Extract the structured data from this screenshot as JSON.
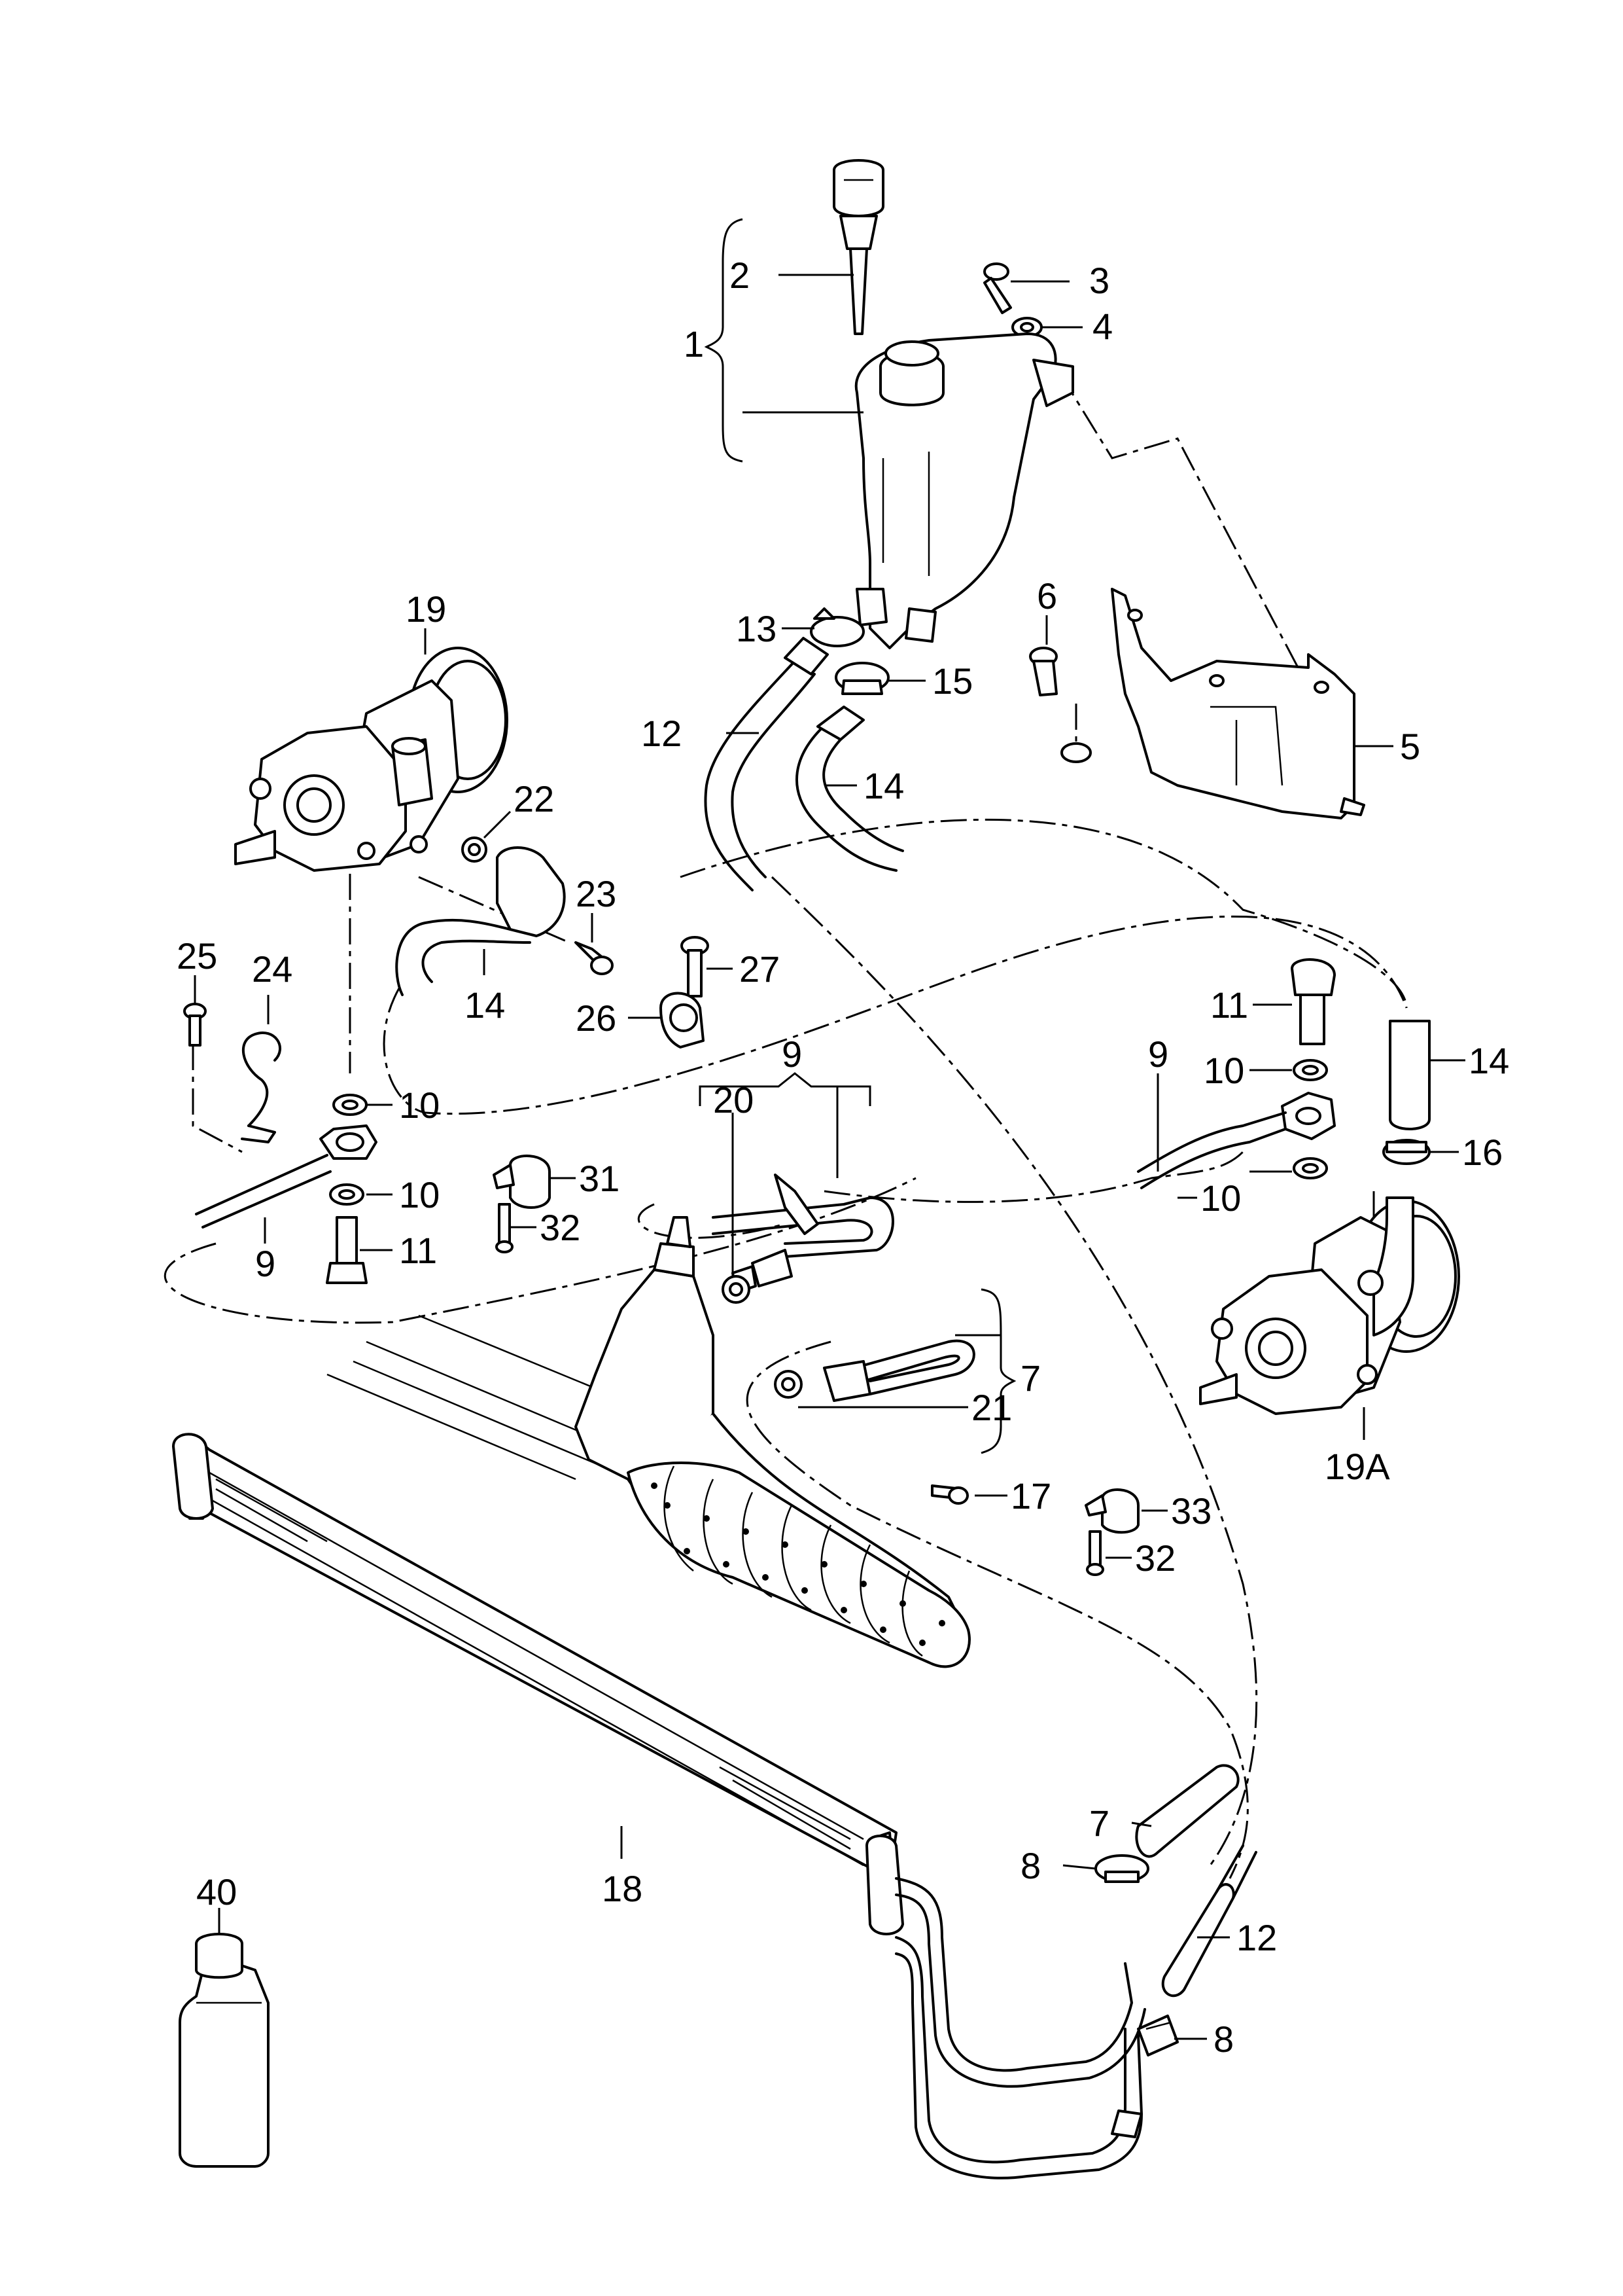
{
  "labels": {
    "l1": "1",
    "l2": "2",
    "l3": "3",
    "l4": "4",
    "l5": "5",
    "l6": "6",
    "l7a": "7",
    "l7b": "7",
    "l8a": "8",
    "l8b": "8",
    "l9a": "9",
    "l9b": "9",
    "l9c": "9",
    "l10a": "10",
    "l10b": "10",
    "l10c": "10",
    "l10d": "10",
    "l11a": "11",
    "l11b": "11",
    "l12a": "12",
    "l12b": "12",
    "l13": "13",
    "l14a": "14",
    "l14b": "14",
    "l14c": "14",
    "l15": "15",
    "l16": "16",
    "l17": "17",
    "l18": "18",
    "l19": "19",
    "l19A": "19A",
    "l20": "20",
    "l21": "21",
    "l22": "22",
    "l23": "23",
    "l24": "24",
    "l25": "25",
    "l26": "26",
    "l27": "27",
    "l31": "31",
    "l32a": "32",
    "l32b": "32",
    "l33": "33",
    "l40": "40"
  }
}
